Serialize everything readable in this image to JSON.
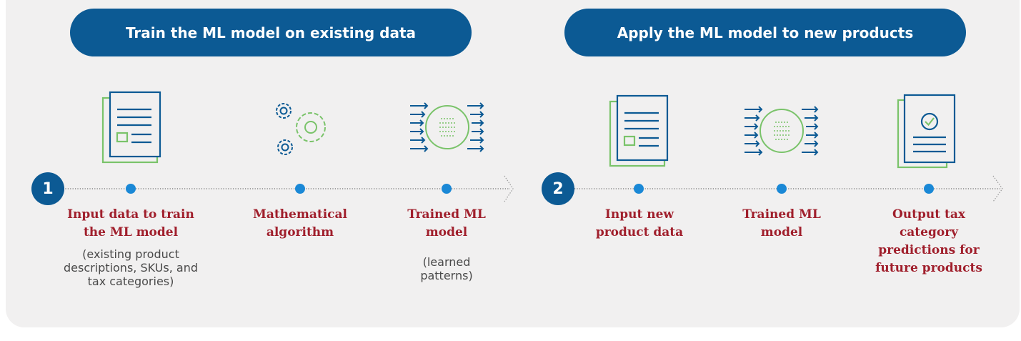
{
  "headers": {
    "train": "Train the ML model on existing data",
    "apply": "Apply the ML model to new products"
  },
  "steps": {
    "one": "1",
    "two": "2"
  },
  "train_stage": [
    {
      "title_line1": "Input data to train",
      "title_line2": "the ML model",
      "sub_line1": "(existing product",
      "sub_line2": "descriptions, SKUs, and",
      "sub_line3": "tax categories)"
    },
    {
      "title_line1": "Mathematical",
      "title_line2": "algorithm"
    },
    {
      "title_line1": "Trained ML",
      "title_line2": "model",
      "sub_line1": "(learned",
      "sub_line2": "patterns)"
    }
  ],
  "apply_stage": [
    {
      "title_line1": "Input new",
      "title_line2": "product data"
    },
    {
      "title_line1": "Trained ML",
      "title_line2": "model"
    },
    {
      "title_line1": "Output tax",
      "title_line2": "category",
      "title_line3": "predictions for",
      "title_line4": "future products"
    }
  ],
  "colors": {
    "brand_blue": "#0c5a94",
    "dot_blue": "#1a88d6",
    "accent_green": "#7ac36a",
    "label_red": "#a01f2c",
    "panel_bg": "#f1f0f0"
  },
  "icons": [
    "document-icon",
    "gears-icon",
    "neural-model-icon",
    "document-icon",
    "neural-model-icon",
    "checked-document-icon"
  ]
}
